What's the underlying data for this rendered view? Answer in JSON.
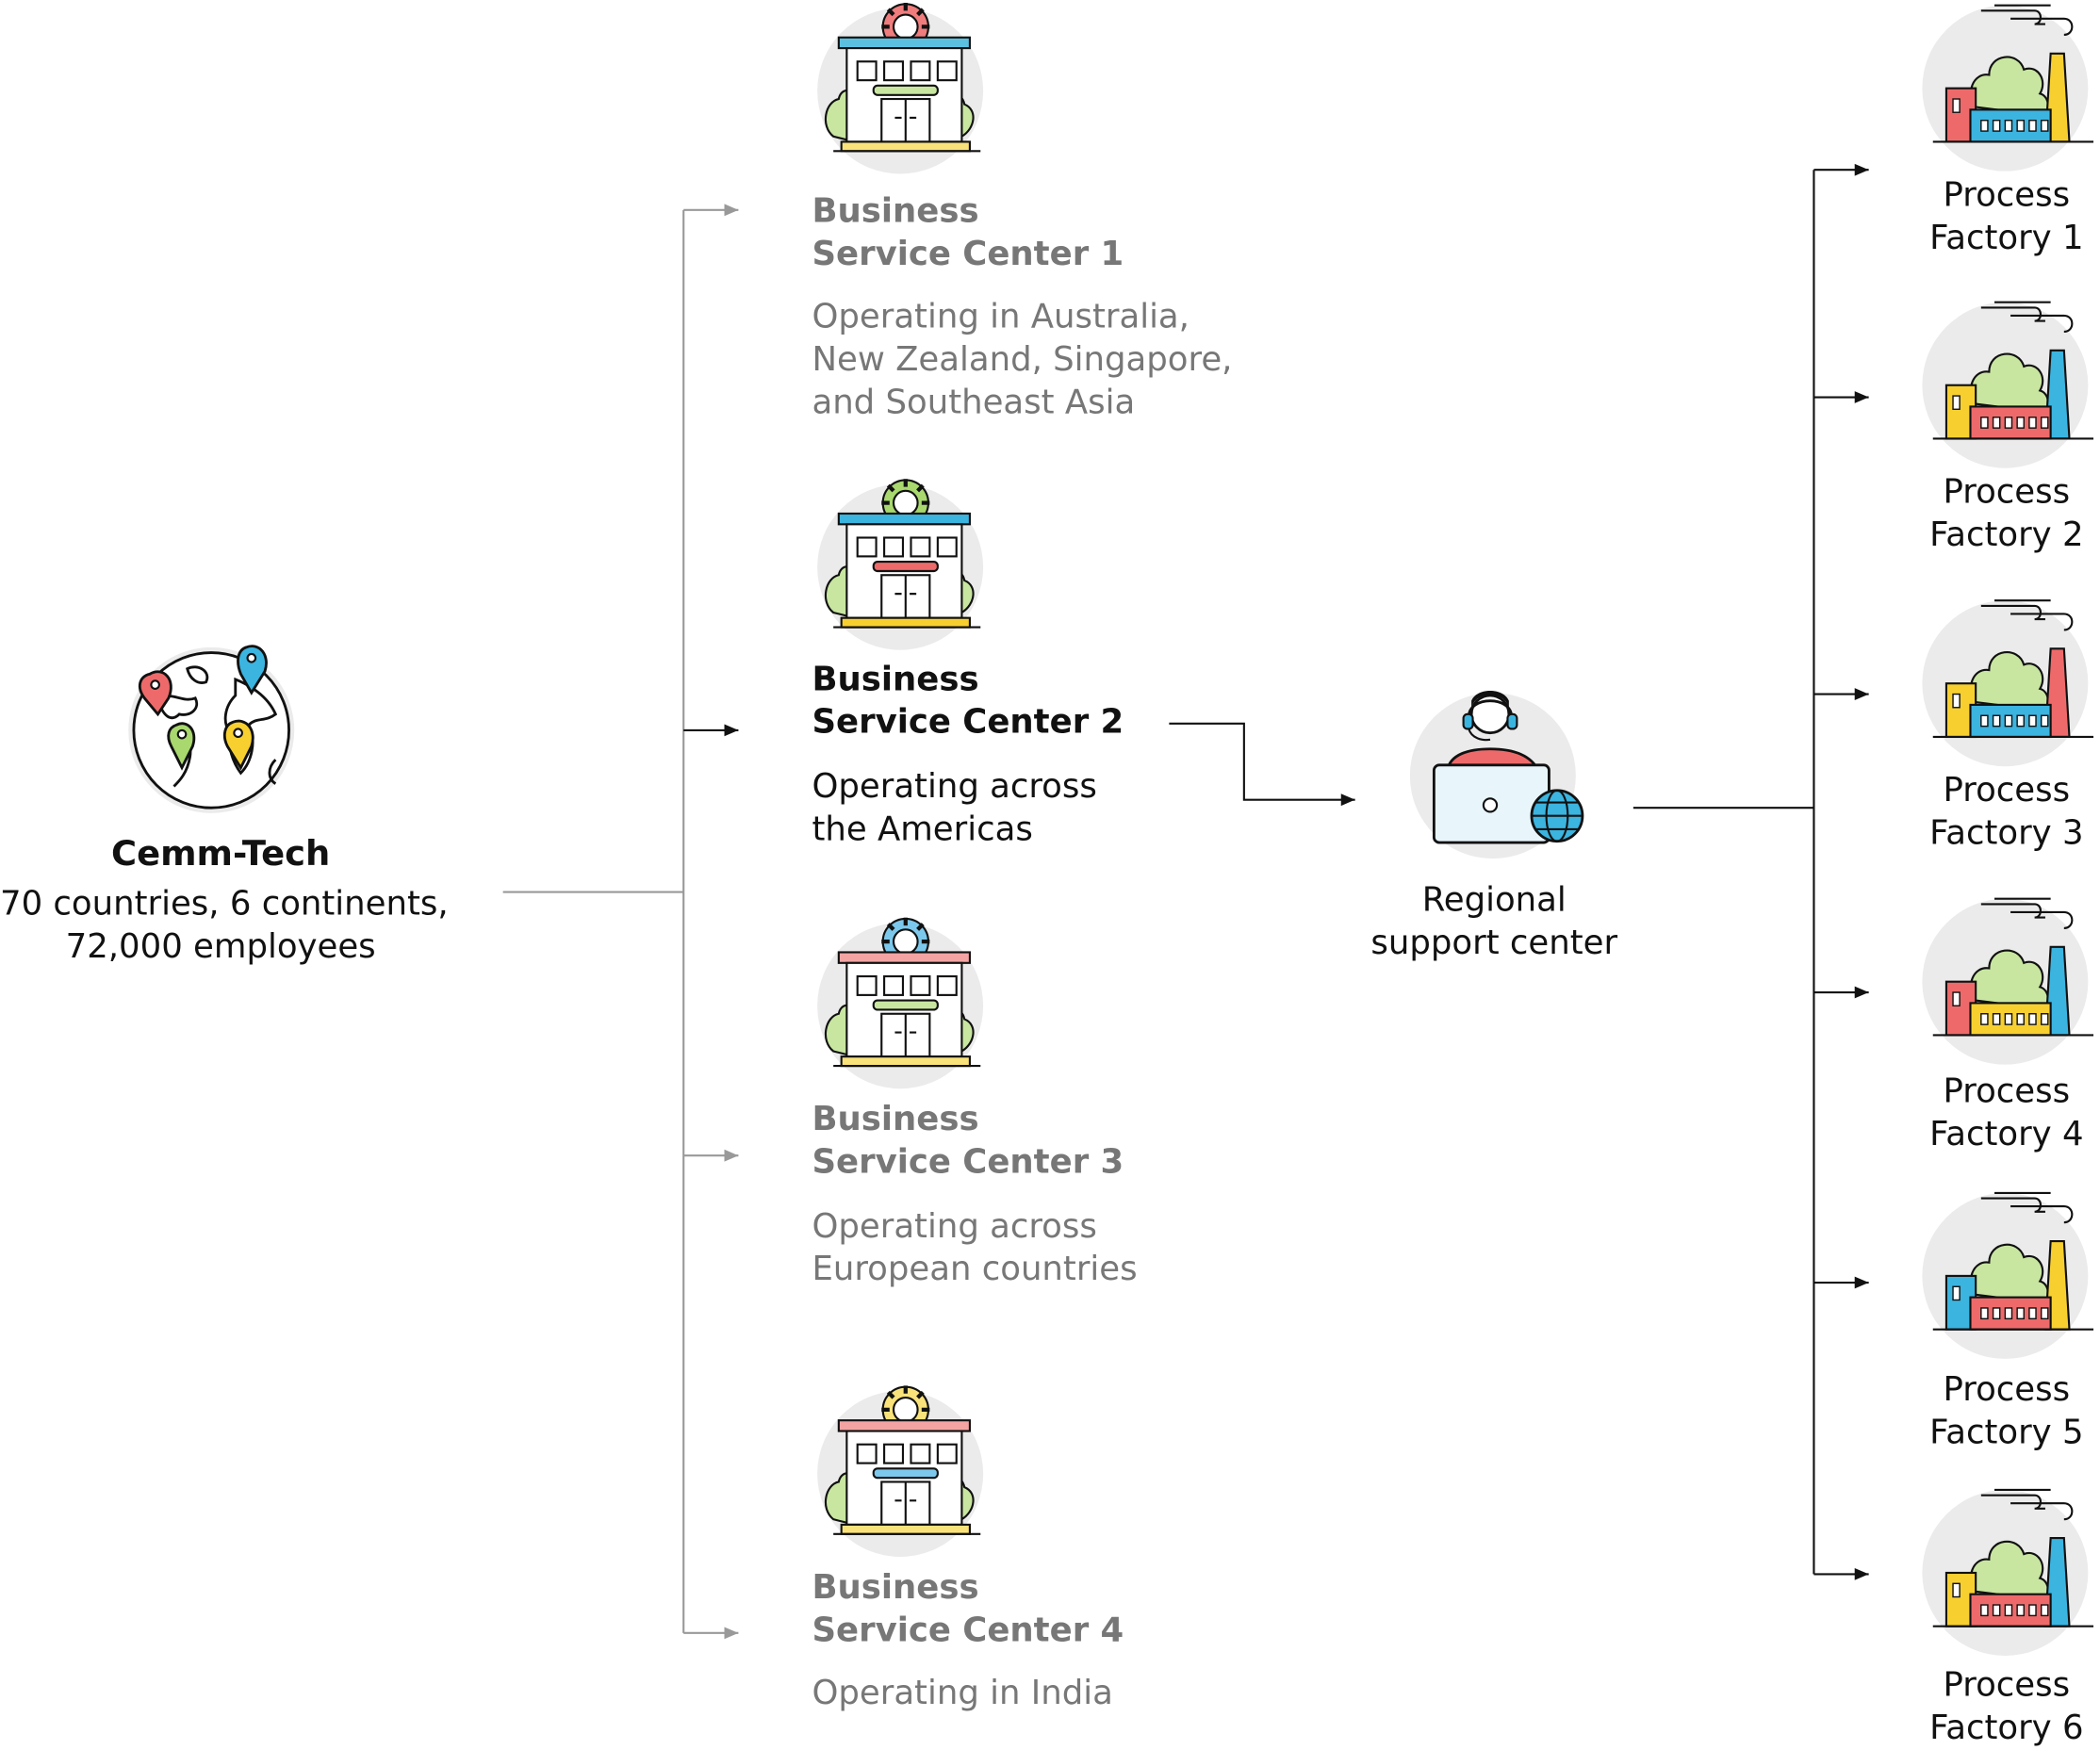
{
  "company": {
    "name": "Cemm-Tech",
    "line1": "70 countries, 6 continents,",
    "line2": "72,000 employees"
  },
  "centers": [
    {
      "title1": "Business",
      "title2": "Service Center 1",
      "desc": [
        "Operating in Australia,",
        "New Zealand, Singapore,",
        "and Southeast Asia"
      ],
      "gear": "#F07D7D",
      "roof": "#5BC0E0",
      "sign": "#C8E6A0",
      "base": "#F9E27A",
      "active": false
    },
    {
      "title1": "Business",
      "title2": "Service Center 2",
      "desc": [
        "Operating across",
        "the Americas"
      ],
      "gear": "#A8D86E",
      "roof": "#3BB4E0",
      "sign": "#EE6A6A",
      "base": "#F7D030",
      "active": true
    },
    {
      "title1": "Business",
      "title2": "Service Center 3",
      "desc": [
        "Operating across",
        "European countries"
      ],
      "gear": "#7CC8EC",
      "roof": "#F4A3A3",
      "sign": "#C8E6A0",
      "base": "#F9E27A",
      "active": false
    },
    {
      "title1": "Business",
      "title2": "Service Center 4",
      "desc": [
        "Operating in India"
      ],
      "gear": "#F9E27A",
      "roof": "#F4A3A3",
      "sign": "#7CC8EC",
      "base": "#F9E27A",
      "active": false
    }
  ],
  "support": {
    "line1": "Regional",
    "line2": "support center"
  },
  "factories": [
    {
      "line1": "Process",
      "line2": "Factory 1"
    },
    {
      "line1": "Process",
      "line2": "Factory 2"
    },
    {
      "line1": "Process",
      "line2": "Factory 3"
    },
    {
      "line1": "Process",
      "line2": "Factory 4"
    },
    {
      "line1": "Process",
      "line2": "Factory 5"
    },
    {
      "line1": "Process",
      "line2": "Factory 6"
    }
  ],
  "colors": {
    "red": "#EE6A6A",
    "blue": "#3BB4E0",
    "yellow": "#F7D030",
    "green": "#A8D86E",
    "circle": "#EBEBEB",
    "wire_active": "#111111",
    "wire_muted": "#999999"
  }
}
